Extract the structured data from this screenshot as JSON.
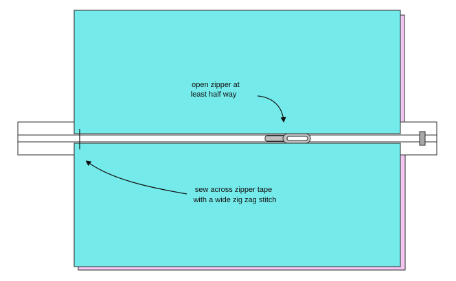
{
  "annotations": {
    "open_zipper_line1": "open zipper at",
    "open_zipper_line2": "least half way",
    "sew_line1": "sew across zipper tape",
    "sew_line2": "with a wide zig zag stitch"
  },
  "colors": {
    "fabric_front": "#75EAEA",
    "fabric_back": "#F2C6F0",
    "outline": "#2B2B2B",
    "zipper_tape": "#FFFFFF",
    "zipper_pull": "#BFBFBF",
    "zipper_stop": "#A8A8A8",
    "text": "#111111"
  }
}
